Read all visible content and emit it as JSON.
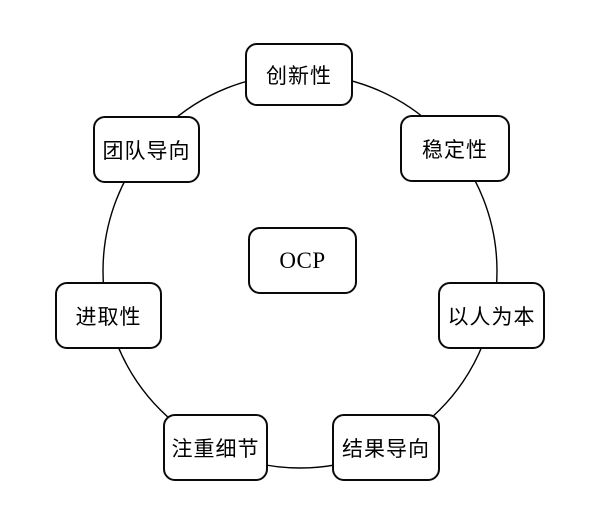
{
  "diagram": {
    "title": "OCP organizational culture profile diagram",
    "center_label": "OCP",
    "nodes": [
      {
        "id": "innovation",
        "label": "创新性"
      },
      {
        "id": "stability",
        "label": "稳定性"
      },
      {
        "id": "people-oriented",
        "label": "以人为本"
      },
      {
        "id": "result-oriented",
        "label": "结果导向"
      },
      {
        "id": "attention-to-detail",
        "label": "注重细节"
      },
      {
        "id": "enterprising",
        "label": "进取性"
      },
      {
        "id": "team-oriented",
        "label": "团队导向"
      }
    ],
    "colors": {
      "stroke": "#000000",
      "node_fill": "#ffffff",
      "text": "#000000",
      "background": "#ffffff"
    }
  }
}
